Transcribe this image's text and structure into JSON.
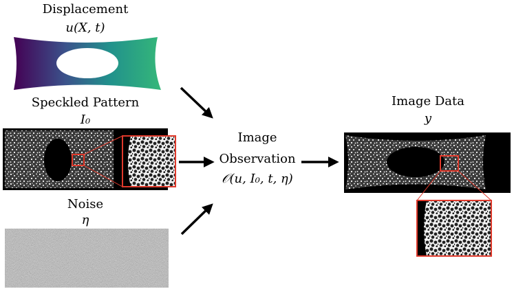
{
  "displacement": {
    "title": "Displacement",
    "formula": "u(X, t)"
  },
  "speckle": {
    "title": "Speckled Pattern",
    "formula": "I₀"
  },
  "noise": {
    "title": "Noise",
    "formula": "η"
  },
  "observation": {
    "line1": "Image",
    "line2": "Observation",
    "formula": "𝒪(u, I₀, t, η)"
  },
  "output": {
    "title": "Image Data",
    "formula": "y"
  },
  "colors": {
    "viridis_start": "#440154",
    "viridis_mid": "#3b528b",
    "viridis_mid2": "#21918c",
    "viridis_end": "#35b779",
    "zoom_frame": "#e0392b",
    "noise_gray": "#808080"
  }
}
